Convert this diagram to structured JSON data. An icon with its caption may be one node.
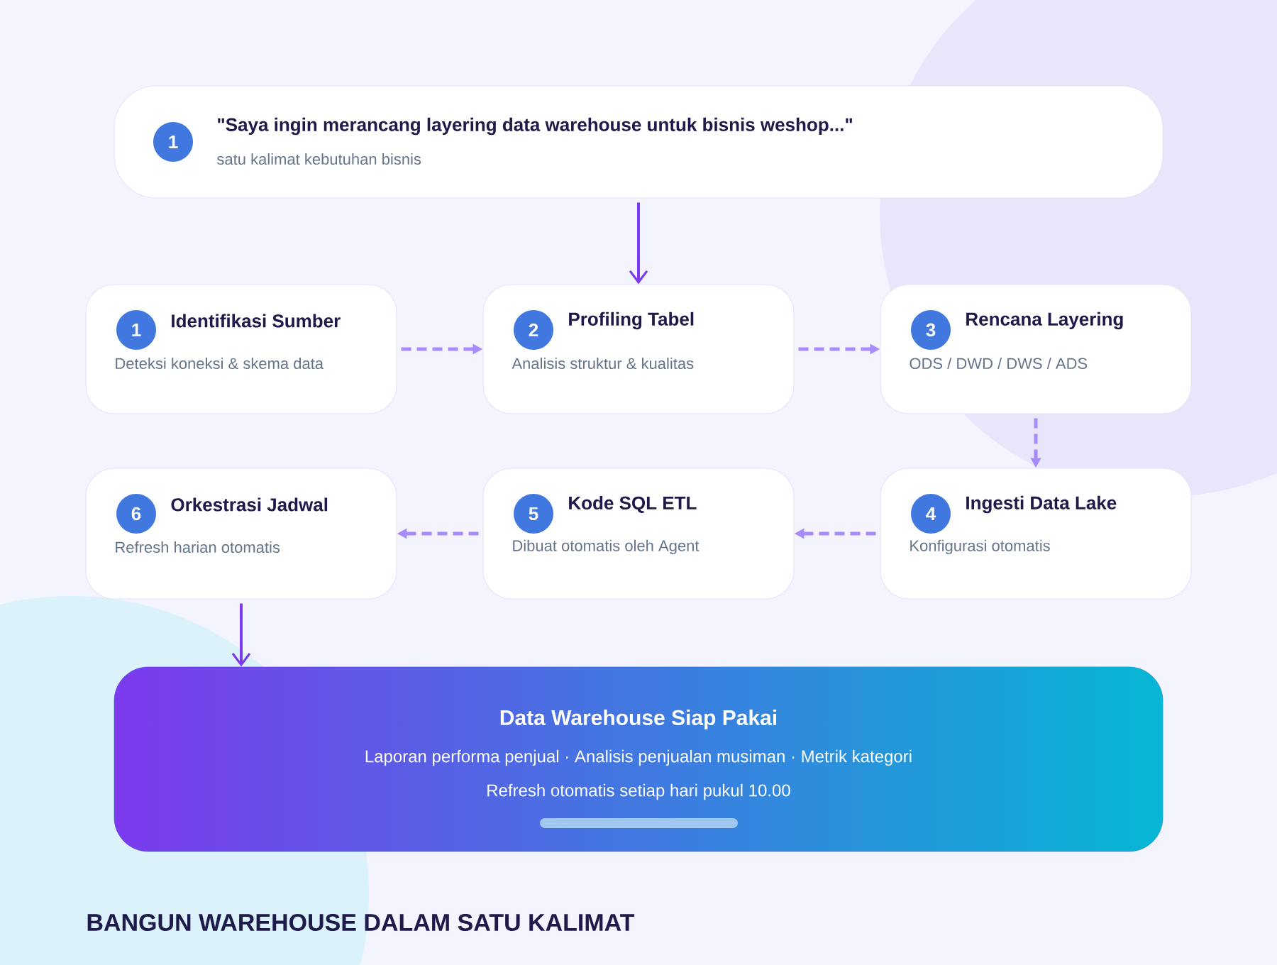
{
  "diagram": {
    "title": "BANGUN WAREHOUSE DALAM SATU KALIMAT",
    "nodes": [
      {
        "text": [
          "1",
          "\"Saya ingin merancang layering data warehouse untuk bisnis weshop...\"",
          "satu kalimat kebutuhan bisnis"
        ]
      },
      {
        "text": [
          "1",
          "Identifikasi Sumber",
          "Deteksi koneksi & skema data"
        ]
      },
      {
        "text": [
          "2",
          "Profiling Tabel",
          "Analisis struktur & kualitas"
        ]
      },
      {
        "text": [
          "3",
          "Rencana Layering",
          "ODS / DWD / DWS / ADS"
        ]
      },
      {
        "text": [
          "4",
          "Ingesti Data Lake",
          "Konfigurasi otomatis"
        ]
      },
      {
        "text": [
          "5",
          "Kode SQL ETL",
          "Dibuat otomatis oleh Agent"
        ]
      },
      {
        "text": [
          "6",
          "Orkestrasi Jadwal",
          "Refresh harian otomatis"
        ]
      },
      {
        "text": [
          "Data Warehouse Siap Pakai",
          "Laporan performa penjual · Analisis penjualan musiman · Metrik kategori",
          "Refresh otomatis setiap hari pukul 10.00"
        ]
      }
    ],
    "edges": [
      {
        "from": 0,
        "to": 2,
        "arrow": "to"
      },
      {
        "from": 1,
        "to": 2,
        "arrow": "to",
        "style": "dashed"
      },
      {
        "from": 2,
        "to": 3,
        "arrow": "to",
        "style": "dashed"
      },
      {
        "from": 3,
        "to": 4,
        "arrow": "to",
        "style": "dashed"
      },
      {
        "from": 4,
        "to": 5,
        "arrow": "to",
        "style": "dashed"
      },
      {
        "from": 5,
        "to": 6,
        "arrow": "to",
        "style": "dashed"
      },
      {
        "from": 6,
        "to": 7,
        "arrow": "to"
      }
    ]
  }
}
